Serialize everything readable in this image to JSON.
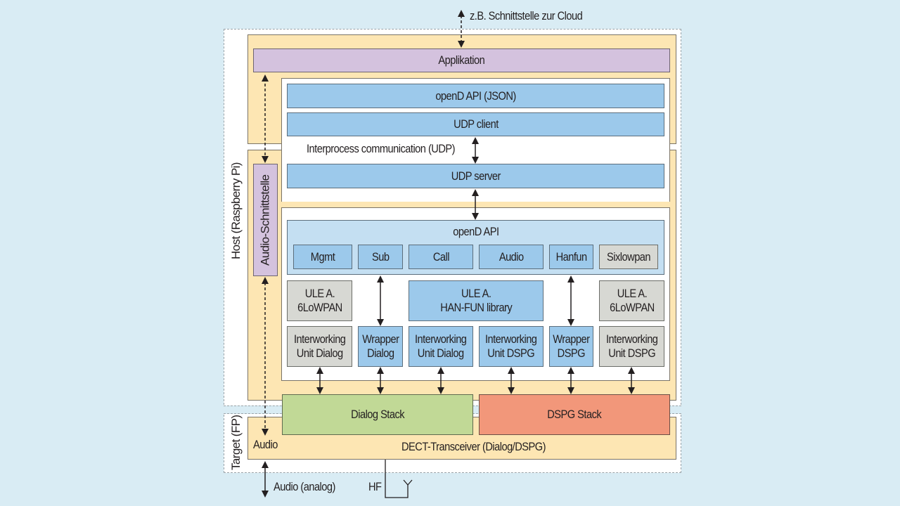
{
  "external": {
    "cloud_label": "z.B. Schnittstelle zur Cloud",
    "audio_analog_label": "Audio (analog)",
    "hf_label": "HF"
  },
  "regions": {
    "host_label": "Host (Raspberry Pi)",
    "target_label": "Target (FP)"
  },
  "application": {
    "label": "Applikation"
  },
  "audio_interface": {
    "label": "Audio-Schnittstelle"
  },
  "client_process": {
    "api_json": "openD API (JSON)",
    "udp_client": "UDP client"
  },
  "ipc_label": "Interprocess communication (UDP)",
  "server_process": {
    "udp_server": "UDP server",
    "opend_api": {
      "title": "openD API",
      "modules": [
        {
          "label": "Mgmt",
          "kind": "blue"
        },
        {
          "label": "Sub",
          "kind": "blue"
        },
        {
          "label": "Call",
          "kind": "blue"
        },
        {
          "label": "Audio",
          "kind": "blue"
        },
        {
          "label": "Hanfun",
          "kind": "blue"
        },
        {
          "label": "Sixlowpan",
          "kind": "grey"
        }
      ]
    },
    "middle_row": [
      {
        "label": "ULE A.\n6LoWPAN",
        "kind": "grey"
      },
      {
        "label": "ULE A.\nHAN-FUN library",
        "kind": "blue"
      },
      {
        "label": "ULE A.\n6LoWPAN",
        "kind": "grey"
      }
    ],
    "bottom_row": [
      {
        "label": "Interworking\nUnit Dialog",
        "kind": "grey"
      },
      {
        "label": "Wrapper\nDialog",
        "kind": "blue"
      },
      {
        "label": "Interworking\nUnit Dialog",
        "kind": "blue"
      },
      {
        "label": "Interworking\nUnit DSPG",
        "kind": "blue"
      },
      {
        "label": "Wrapper\nDSPG",
        "kind": "blue"
      },
      {
        "label": "Interworking\nUnit DSPG",
        "kind": "grey"
      }
    ]
  },
  "stacks": {
    "dialog": "Dialog Stack",
    "dspg": "DSPG Stack"
  },
  "transceiver": {
    "label": "DECT-Transceiver (Dialog/DSPG)",
    "audio_label": "Audio"
  },
  "colors": {
    "background": "#d9ecf4",
    "host_container": "#fde6b3",
    "application": "#d4c2de",
    "api_block": "#9cc9eb",
    "opend_api_panel": "#c4dff2",
    "optional_block": "#d7d8d3",
    "dialog_stack": "#c1d996",
    "dspg_stack": "#f2977a"
  }
}
